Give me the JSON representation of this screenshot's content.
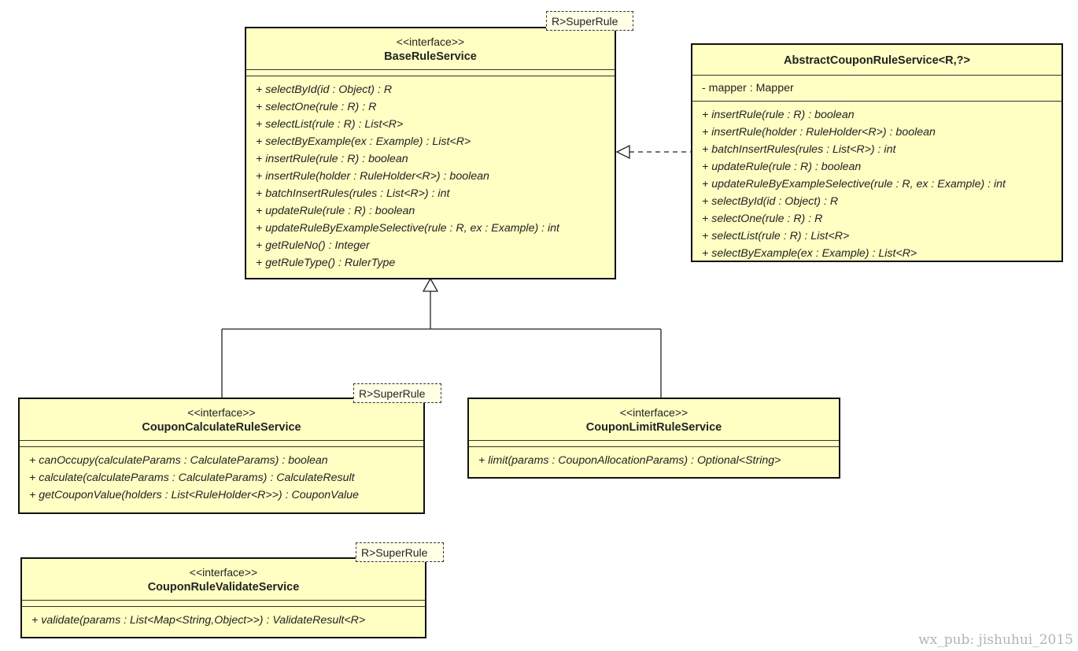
{
  "classes": {
    "base": {
      "stereotype": "<<interface>>",
      "name": "BaseRuleService",
      "template_param": "R>SuperRule",
      "ops": [
        "+ selectById(id : Object) : R",
        "+ selectOne(rule : R) : R",
        "+ selectList(rule : R) : List<R>",
        "+ selectByExample(ex : Example) : List<R>",
        "+ insertRule(rule : R) : boolean",
        "+ insertRule(holder : RuleHolder<R>) : boolean",
        "+ batchInsertRules(rules : List<R>) : int",
        "+ updateRule(rule : R) : boolean",
        "+ updateRuleByExampleSelective(rule : R, ex : Example) : int",
        "+ getRuleNo() : Integer",
        "+ getRuleType() : RulerType"
      ]
    },
    "abstract": {
      "name": "AbstractCouponRuleService<R,?>",
      "attrs": [
        "- mapper : Mapper"
      ],
      "ops": [
        "+ insertRule(rule : R) : boolean",
        "+ insertRule(holder : RuleHolder<R>) : boolean",
        "+ batchInsertRules(rules : List<R>) : int",
        "+ updateRule(rule : R) : boolean",
        "+ updateRuleByExampleSelective(rule : R, ex : Example) : int",
        "+ selectById(id : Object) : R",
        "+ selectOne(rule : R) : R",
        "+ selectList(rule : R) : List<R>",
        "+ selectByExample(ex : Example) : List<R>"
      ]
    },
    "calculate": {
      "stereotype": "<<interface>>",
      "name": "CouponCalculateRuleService",
      "template_param": "R>SuperRule",
      "ops": [
        "+ canOccupy(calculateParams : CalculateParams) : boolean",
        "+ calculate(calculateParams : CalculateParams) : CalculateResult",
        "+ getCouponValue(holders : List<RuleHolder<R>>) : CouponValue"
      ]
    },
    "limit": {
      "stereotype": "<<interface>>",
      "name": "CouponLimitRuleService",
      "ops": [
        "+ limit(params : CouponAllocationParams) : Optional<String>"
      ]
    },
    "validate": {
      "stereotype": "<<interface>>",
      "name": "CouponRuleValidateService",
      "template_param": "R>SuperRule",
      "ops": [
        "+ validate(params : List<Map<String,Object>>) : ValidateResult<R>"
      ]
    }
  },
  "watermark": "wx_pub: jishuhui_2015"
}
